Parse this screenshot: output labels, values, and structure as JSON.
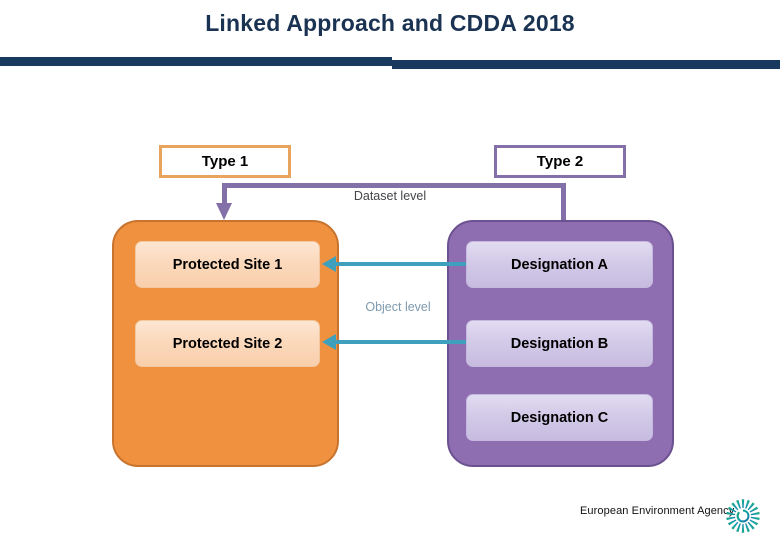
{
  "slide": {
    "title": "Linked Approach and CDDA 2018"
  },
  "diagram": {
    "type_boxes": [
      {
        "id": "type1",
        "label": "Type 1",
        "border_color": "#E8A45C"
      },
      {
        "id": "type2",
        "label": "Type 2",
        "border_color": "#8470A8"
      }
    ],
    "level_labels": {
      "dataset": "Dataset level",
      "object": "Object level"
    },
    "left_container": {
      "name": "protected-sites-container",
      "fill_color": "#F0913F",
      "items": [
        {
          "label": "Protected Site 1"
        },
        {
          "label": "Protected Site 2"
        }
      ]
    },
    "right_container": {
      "name": "designations-container",
      "fill_color": "#8E6DB0",
      "items": [
        {
          "label": "Designation A"
        },
        {
          "label": "Designation B"
        },
        {
          "label": "Designation C"
        }
      ]
    },
    "connector_colors": {
      "dataset_link": "#8470A8",
      "object_link": "#3EA0BC"
    }
  },
  "footer": {
    "organisation": "European Environment Agency",
    "logo": "eea-sunburst-icon"
  },
  "theme": {
    "title_color": "#1B3352",
    "rule_color": "#173A5E"
  }
}
